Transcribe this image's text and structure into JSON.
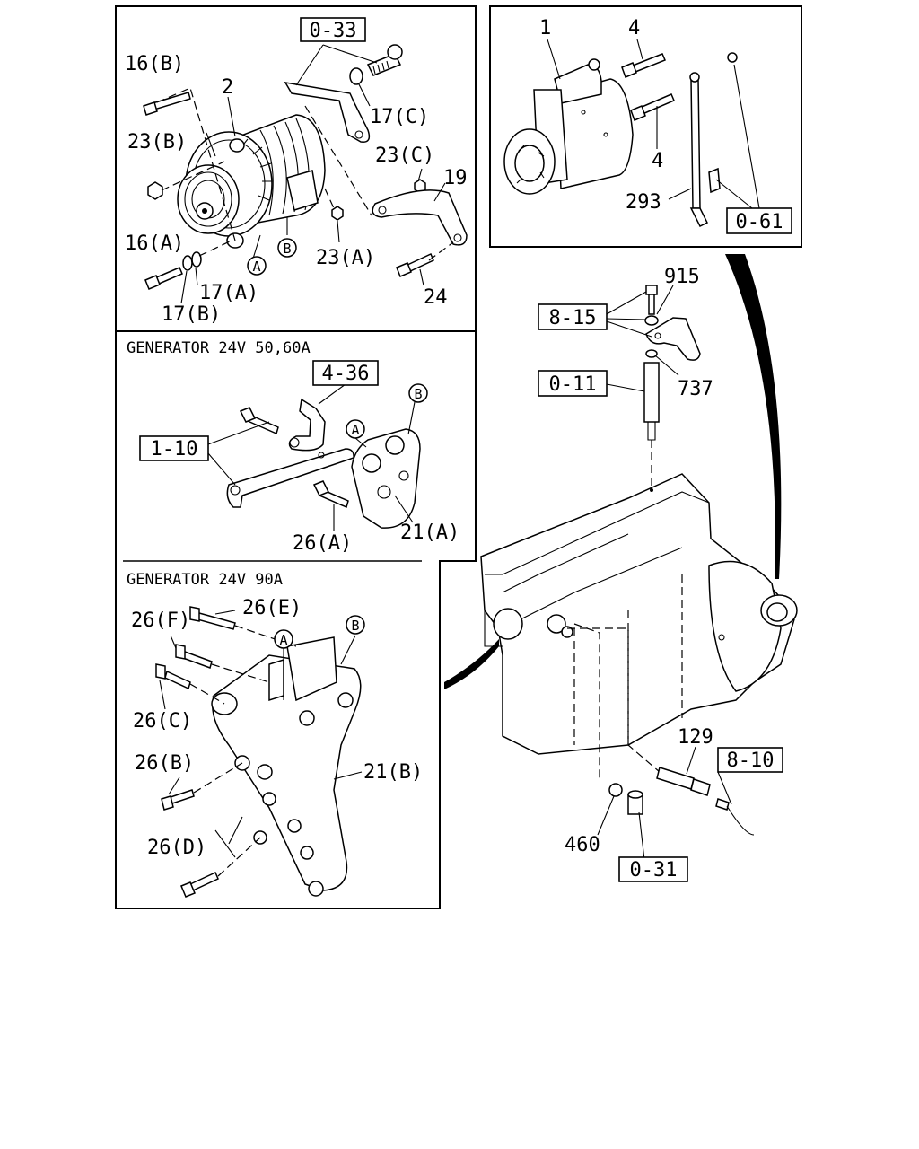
{
  "sections": {
    "gen_50_60": "GENERATOR 24V 50,60A",
    "gen_90": "GENERATOR 24V 90A"
  },
  "ref_boxes": {
    "r0_33": "0-33",
    "r0_61": "0-61",
    "r8_15": "8-15",
    "r0_11": "0-11",
    "r4_36": "4-36",
    "r1_10": "1-10",
    "r8_10": "8-10",
    "r0_31": "0-31"
  },
  "labels": {
    "l16B": "16(B)",
    "l2": "2",
    "l17C": "17(C)",
    "l23B": "23(B)",
    "l23C": "23(C)",
    "l19": "19",
    "l16A": "16(A)",
    "l23A": "23(A)",
    "l17A": "17(A)",
    "l17B": "17(B)",
    "l24": "24",
    "l1": "1",
    "l4a": "4",
    "l4b": "4",
    "l293": "293",
    "l915": "915",
    "l737": "737",
    "l26A": "26(A)",
    "l21A": "21(A)",
    "l26E": "26(E)",
    "l26F": "26(F)",
    "l26C": "26(C)",
    "l26B": "26(B)",
    "l21B": "21(B)",
    "l26D": "26(D)",
    "l129": "129",
    "l460": "460"
  },
  "circle_markers": {
    "A": "A",
    "B": "B"
  }
}
